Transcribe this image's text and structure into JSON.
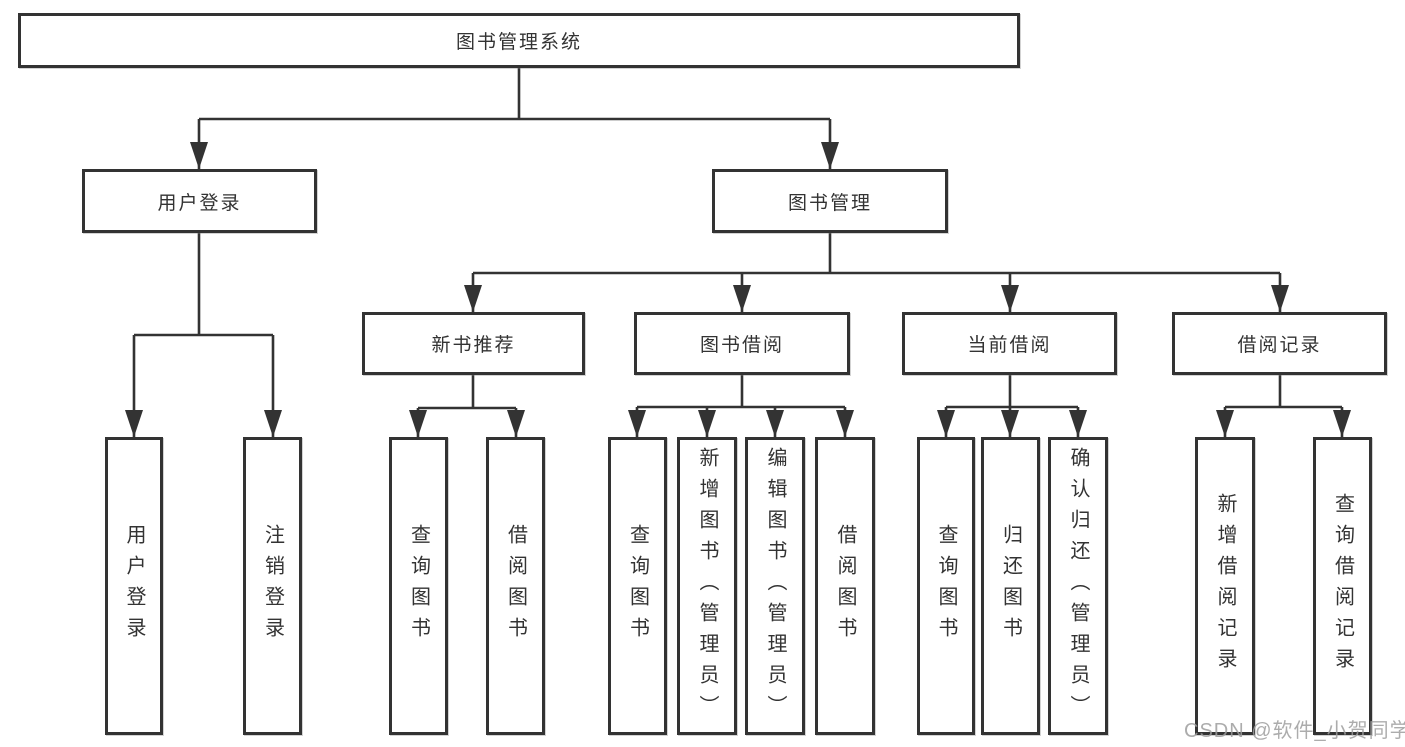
{
  "diagram_title": "图书管理系统",
  "tree": {
    "label": "图书管理系统",
    "children": [
      {
        "label": "用户登录",
        "children": [
          {
            "label": "用户登录"
          },
          {
            "label": "注销登录"
          }
        ]
      },
      {
        "label": "图书管理",
        "children": [
          {
            "label": "新书推荐",
            "children": [
              {
                "label": "查询图书"
              },
              {
                "label": "借阅图书"
              }
            ]
          },
          {
            "label": "图书借阅",
            "children": [
              {
                "label": "查询图书"
              },
              {
                "label": "新增图书（管理员）"
              },
              {
                "label": "编辑图书（管理员）"
              },
              {
                "label": "借阅图书"
              }
            ]
          },
          {
            "label": "当前借阅",
            "children": [
              {
                "label": "查询图书"
              },
              {
                "label": "归还图书"
              },
              {
                "label": "确认归还（管理员）"
              }
            ]
          },
          {
            "label": "借阅记录",
            "children": [
              {
                "label": "新增借阅记录"
              },
              {
                "label": "查询借阅记录"
              }
            ]
          }
        ]
      }
    ]
  },
  "watermark": {
    "text": "CSDN @软件_小贺同学"
  },
  "colors": {
    "line": "#333333",
    "box_border": "#333333",
    "text": "#333333",
    "background": "#ffffff",
    "watermark": "#9e9e9e"
  }
}
